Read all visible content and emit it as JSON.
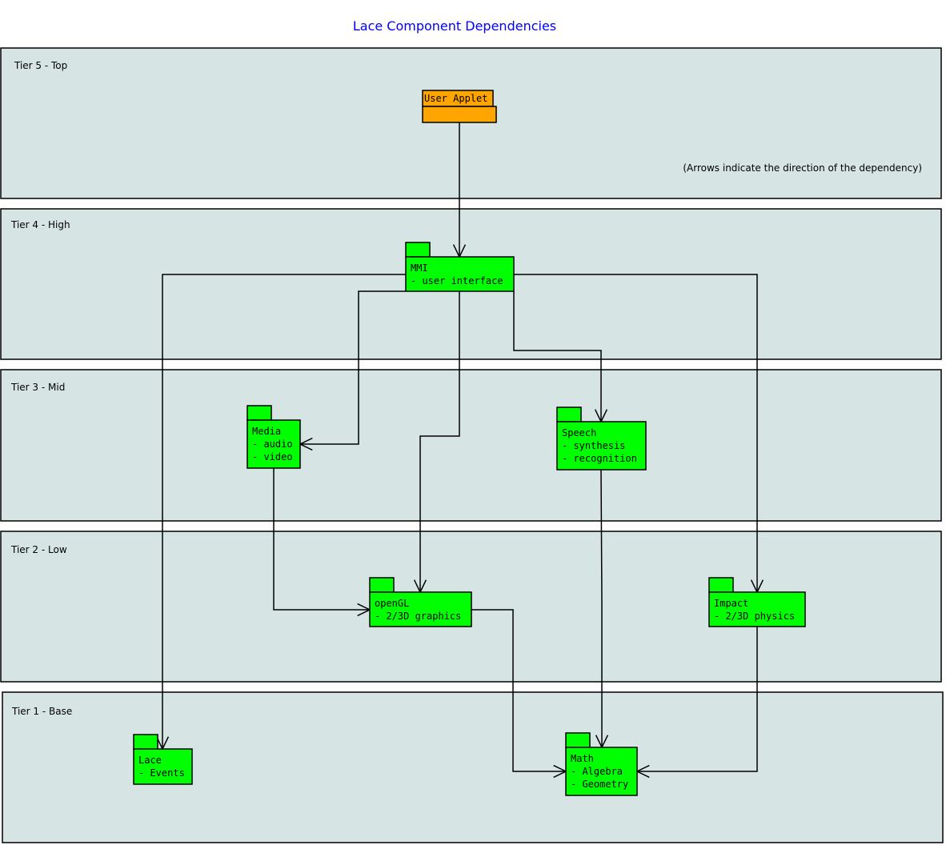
{
  "title": "Lace Component Dependencies",
  "note": "(Arrows indicate the direction of the dependency)",
  "colors": {
    "tier_fill": "#d7e4e4",
    "package": "#00ff00",
    "top_package": "#ffa500",
    "title": "#0000ff"
  },
  "tiers": [
    {
      "id": "t5",
      "label": "Tier 5 - Top"
    },
    {
      "id": "t4",
      "label": "Tier 4 - High"
    },
    {
      "id": "t3",
      "label": "Tier 3 - Mid"
    },
    {
      "id": "t2",
      "label": "Tier 2 - Low"
    },
    {
      "id": "t1",
      "label": "Tier 1 - Base"
    }
  ],
  "packages": [
    {
      "id": "applet",
      "lines": [
        "User Applet"
      ],
      "color": "#ffa500"
    },
    {
      "id": "mmi",
      "lines": [
        "MMI",
        "- user interface"
      ],
      "color": "#00ff00"
    },
    {
      "id": "media",
      "lines": [
        "Media",
        "- audio",
        "- video"
      ],
      "color": "#00ff00"
    },
    {
      "id": "speech",
      "lines": [
        "Speech",
        "- synthesis",
        "- recognition"
      ],
      "color": "#00ff00"
    },
    {
      "id": "opengl",
      "lines": [
        "openGL",
        "- 2/3D graphics"
      ],
      "color": "#00ff00"
    },
    {
      "id": "impact",
      "lines": [
        "Impact",
        "- 2/3D physics"
      ],
      "color": "#00ff00"
    },
    {
      "id": "lace",
      "lines": [
        "Lace",
        "- Events"
      ],
      "color": "#00ff00"
    },
    {
      "id": "math",
      "lines": [
        "Math",
        "- Algebra",
        "- Geometry"
      ],
      "color": "#00ff00"
    }
  ],
  "dependencies": [
    {
      "from": "applet",
      "to": "mmi"
    },
    {
      "from": "mmi",
      "to": "lace"
    },
    {
      "from": "mmi",
      "to": "media"
    },
    {
      "from": "mmi",
      "to": "opengl"
    },
    {
      "from": "mmi",
      "to": "speech"
    },
    {
      "from": "mmi",
      "to": "impact"
    },
    {
      "from": "media",
      "to": "opengl"
    },
    {
      "from": "speech",
      "to": "math"
    },
    {
      "from": "opengl",
      "to": "math"
    },
    {
      "from": "impact",
      "to": "math"
    }
  ]
}
